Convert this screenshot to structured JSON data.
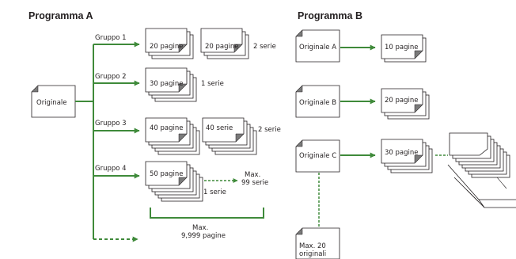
{
  "colors": {
    "green": "#3f8a3a",
    "text": "#231f20",
    "fold": "#7a7a7a"
  },
  "program_a": {
    "title": "Programma A",
    "original": "Originale",
    "groups": [
      {
        "label": "Gruppo 1",
        "pages": "20 pagine",
        "second": "20 pagine",
        "sets": "2 serie"
      },
      {
        "label": "Gruppo 2",
        "pages": "30 pagine",
        "sets": "1 serie"
      },
      {
        "label": "Gruppo 3",
        "pages": "40 pagine",
        "second": "40 serie",
        "sets": "2 serie"
      },
      {
        "label": "Gruppo 4",
        "pages": "50 pagine",
        "sets": "1 serie",
        "max_sets": [
          "Max.",
          "99 serie"
        ]
      }
    ],
    "max_pages": [
      "Max.",
      "9,999 pagine"
    ]
  },
  "program_b": {
    "title": "Programma B",
    "originals": [
      {
        "label": "Originale A",
        "pages": "10 pagine"
      },
      {
        "label": "Originale B",
        "pages": "20 pagine"
      },
      {
        "label": "Originale C",
        "pages": "30 pagine"
      }
    ],
    "max_originals": [
      "Max. 20",
      "originali"
    ]
  }
}
